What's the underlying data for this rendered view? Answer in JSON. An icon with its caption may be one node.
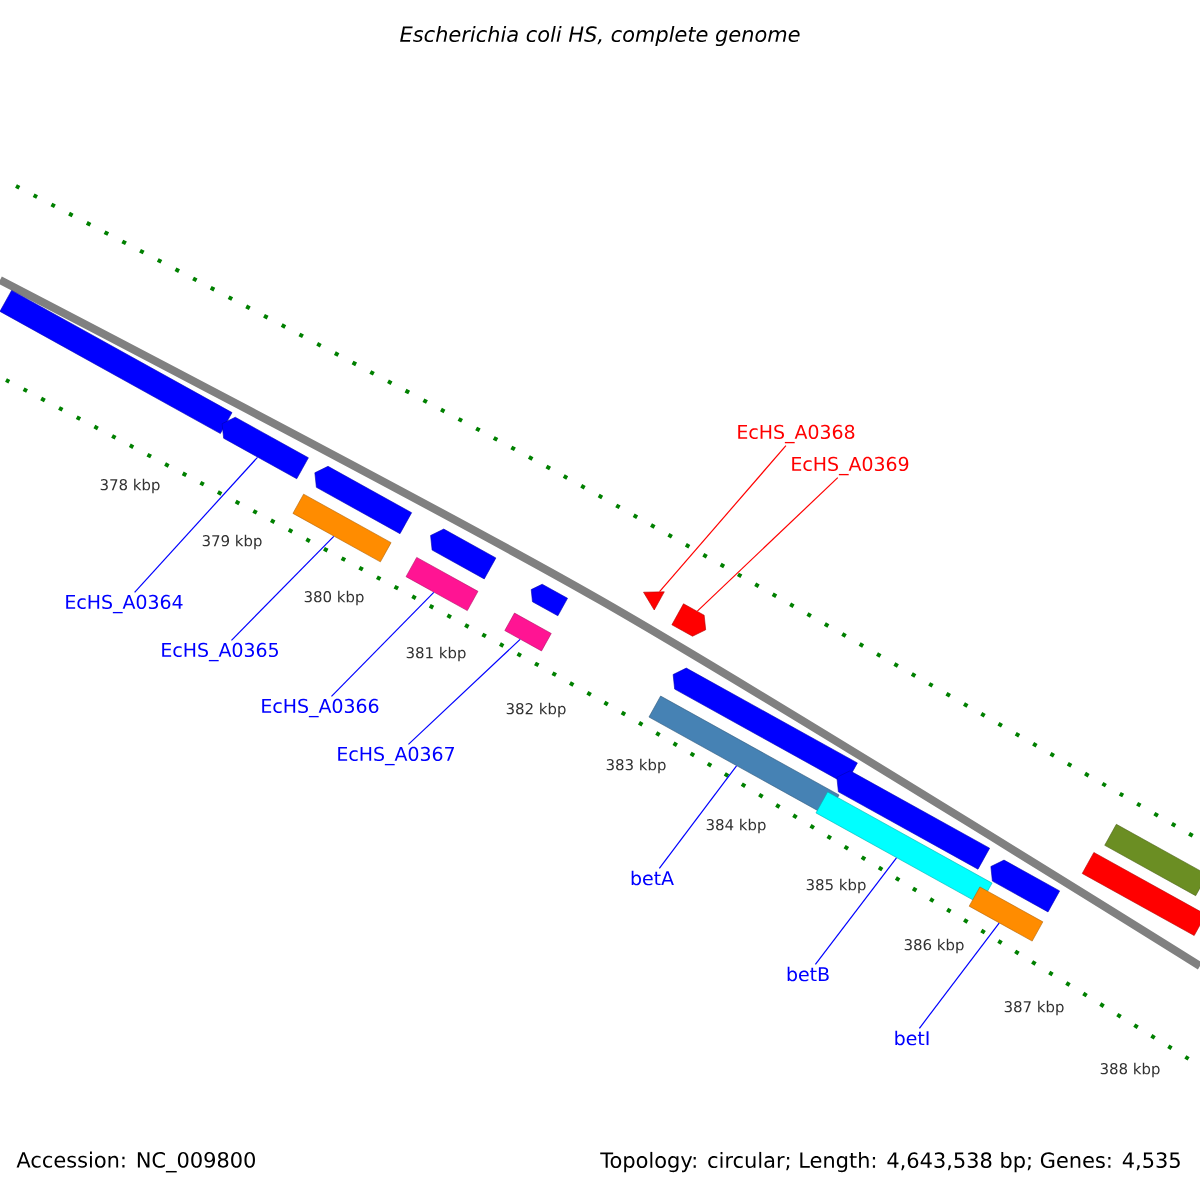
{
  "diagram": {
    "title": "Escherichia coli HS, complete genome",
    "nodes": [
      {
        "text": [],
        "shape": "bar"
      },
      {
        "text": [],
        "shape": "pentagon"
      },
      {
        "text": [],
        "shape": "bar"
      },
      {
        "text": [],
        "shape": "pentagon"
      },
      {
        "text": [],
        "shape": "bar"
      },
      {
        "text": [],
        "shape": "pentagon"
      },
      {
        "text": [],
        "shape": "bar"
      },
      {
        "text": [],
        "shape": "pentagon"
      },
      {
        "text": [],
        "shape": "triangle"
      },
      {
        "text": [],
        "shape": "pentagon"
      },
      {
        "text": [],
        "shape": "bar"
      },
      {
        "text": [],
        "shape": "pentagon"
      },
      {
        "text": [],
        "shape": "bar"
      },
      {
        "text": [],
        "shape": "pentagon"
      },
      {
        "text": [],
        "shape": "bar"
      },
      {
        "text": [],
        "shape": "pentagon"
      },
      {
        "text": [],
        "shape": "bar"
      },
      {
        "text": [],
        "shape": "bar"
      },
      {
        "text": [
          "EcHS_A0364"
        ]
      },
      {
        "text": [
          "EcHS_A0365"
        ]
      },
      {
        "text": [
          "EcHS_A0366"
        ]
      },
      {
        "text": [
          "EcHS_A0367"
        ]
      },
      {
        "text": [
          "EcHS_A0368"
        ]
      },
      {
        "text": [
          "EcHS_A0369"
        ]
      },
      {
        "text": [
          "betA"
        ]
      },
      {
        "text": [
          "betB"
        ]
      },
      {
        "text": [
          "betI"
        ]
      }
    ],
    "edges": [
      {
        "from": 18,
        "to": 1,
        "arrow": "none"
      },
      {
        "from": 19,
        "to": 2,
        "arrow": "none"
      },
      {
        "from": 20,
        "to": 4,
        "arrow": "none"
      },
      {
        "from": 21,
        "to": 6,
        "arrow": "none"
      },
      {
        "from": 22,
        "to": 8,
        "arrow": "none",
        "color": "#ff0000"
      },
      {
        "from": 23,
        "to": 9,
        "arrow": "none",
        "color": "#ff0000"
      },
      {
        "from": 24,
        "to": 10,
        "arrow": "none"
      },
      {
        "from": 25,
        "to": 12,
        "arrow": "none"
      },
      {
        "from": 26,
        "to": 14,
        "arrow": "none"
      }
    ],
    "labels": [
      "378 kbp",
      "379 kbp",
      "380 kbp",
      "381 kbp",
      "382 kbp",
      "383 kbp",
      "384 kbp",
      "385 kbp",
      "386 kbp",
      "387 kbp",
      "388 kbp",
      "Accession: NC_009800",
      "Topology: circular; Length: 4,643,538 bp; Genes: 4,535"
    ]
  }
}
